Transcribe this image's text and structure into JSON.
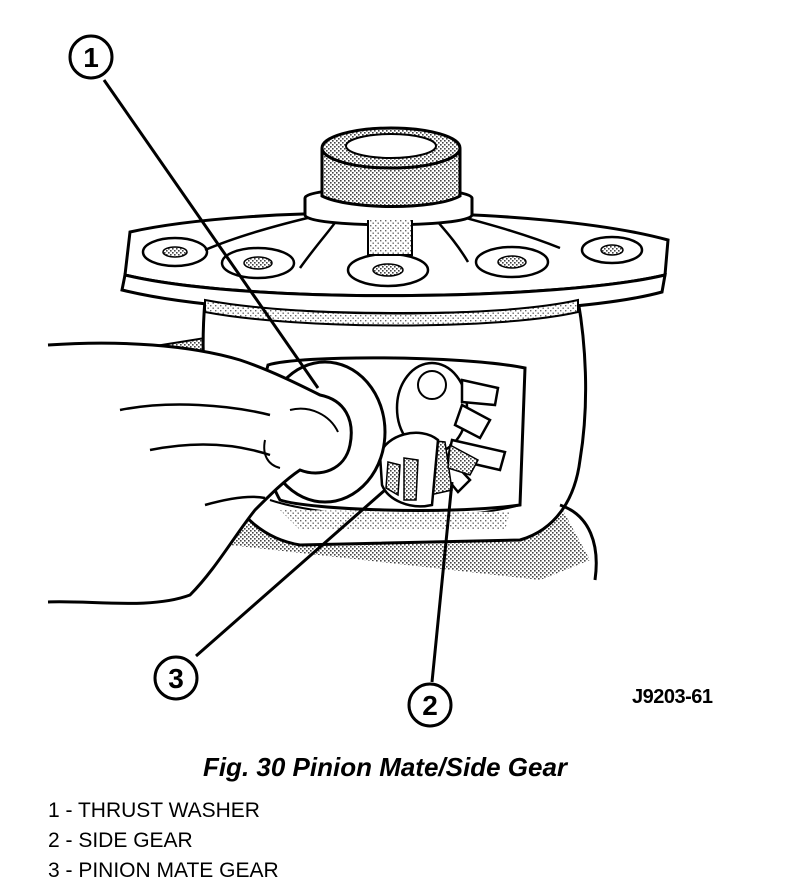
{
  "figure": {
    "id": "J9203-61",
    "caption": "Fig. 30 Pinion Mate/Side Gear"
  },
  "callouts": [
    {
      "number": "1"
    },
    {
      "number": "2"
    },
    {
      "number": "3"
    }
  ],
  "legend": [
    {
      "text": "1 - THRUST WASHER"
    },
    {
      "text": "2 - SIDE GEAR"
    },
    {
      "text": "3 - PINION MATE GEAR"
    }
  ]
}
